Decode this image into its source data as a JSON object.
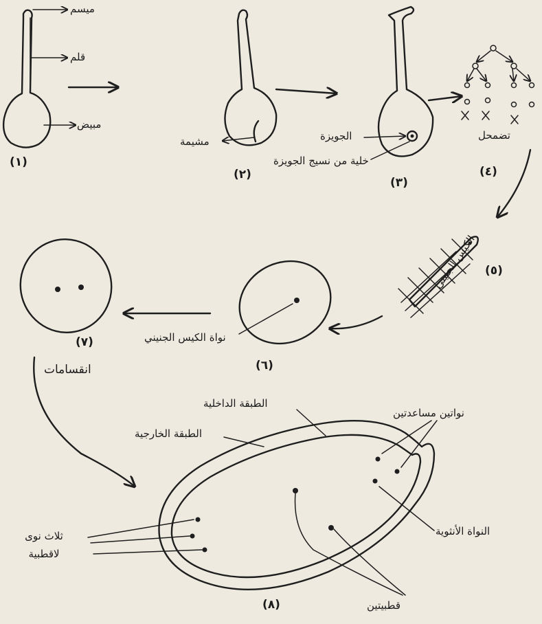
{
  "labels": {
    "stigma": "ميسم",
    "style": "قلم",
    "ovary": "مبيض",
    "placenta": "مشيمة",
    "nucellus": "الجويزة",
    "nucellus_cell": "خلية من نسيج الجويزة",
    "degenerate": "تضمحل",
    "embryo_sac_5": "الكيس الجنيني",
    "embryo_sac_nucleus": "نواة الكيس الجنيني",
    "divisions": "انقسامات",
    "inner_layer": "الطبقة الداخلية",
    "outer_layer": "الطبقة الخارجية",
    "synergids": "نواتين مساعدتين",
    "egg_nucleus": "النواة الأنثوية",
    "antipodals": "ثلاث نوى لاقطبية",
    "polar_nuclei": "قطبيتين"
  },
  "stages": {
    "s1": "(١)",
    "s2": "(٢)",
    "s3": "(٣)",
    "s4": "(٤)",
    "s5": "(٥)",
    "s6": "(٦)",
    "s7": "(٧)",
    "s8": "(٨)"
  }
}
